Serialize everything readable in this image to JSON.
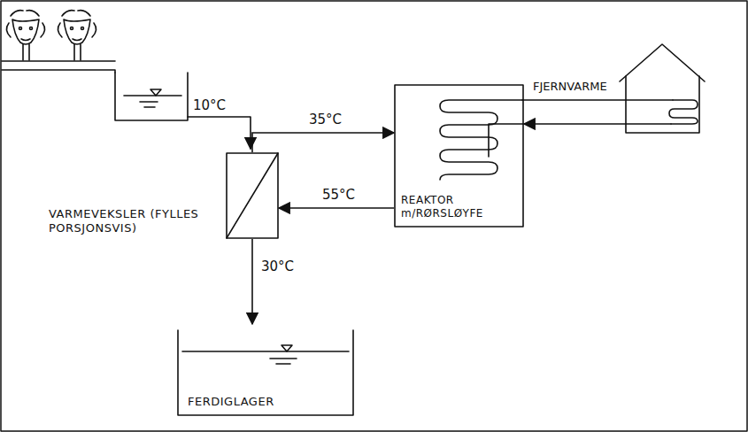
{
  "diagram": {
    "nodes": [
      {
        "text": [
          "VARMEVEKSLER (FYLLES PORSJONSVIS)"
        ]
      },
      {
        "text": [
          "REAKTOR m/RØRSLØYFE"
        ]
      },
      {
        "text": [
          "FERDIGLAGER"
        ]
      }
    ],
    "edges": [
      {
        "from": 0,
        "to": 1,
        "arrow": "to",
        "label": "35°C"
      },
      {
        "from": 1,
        "to": 0,
        "arrow": "to",
        "label": "55°C"
      },
      {
        "from": 0,
        "to": 2,
        "arrow": "to",
        "label": "30°C"
      }
    ],
    "labels": [
      "10°C",
      "FJERNVARME"
    ]
  }
}
